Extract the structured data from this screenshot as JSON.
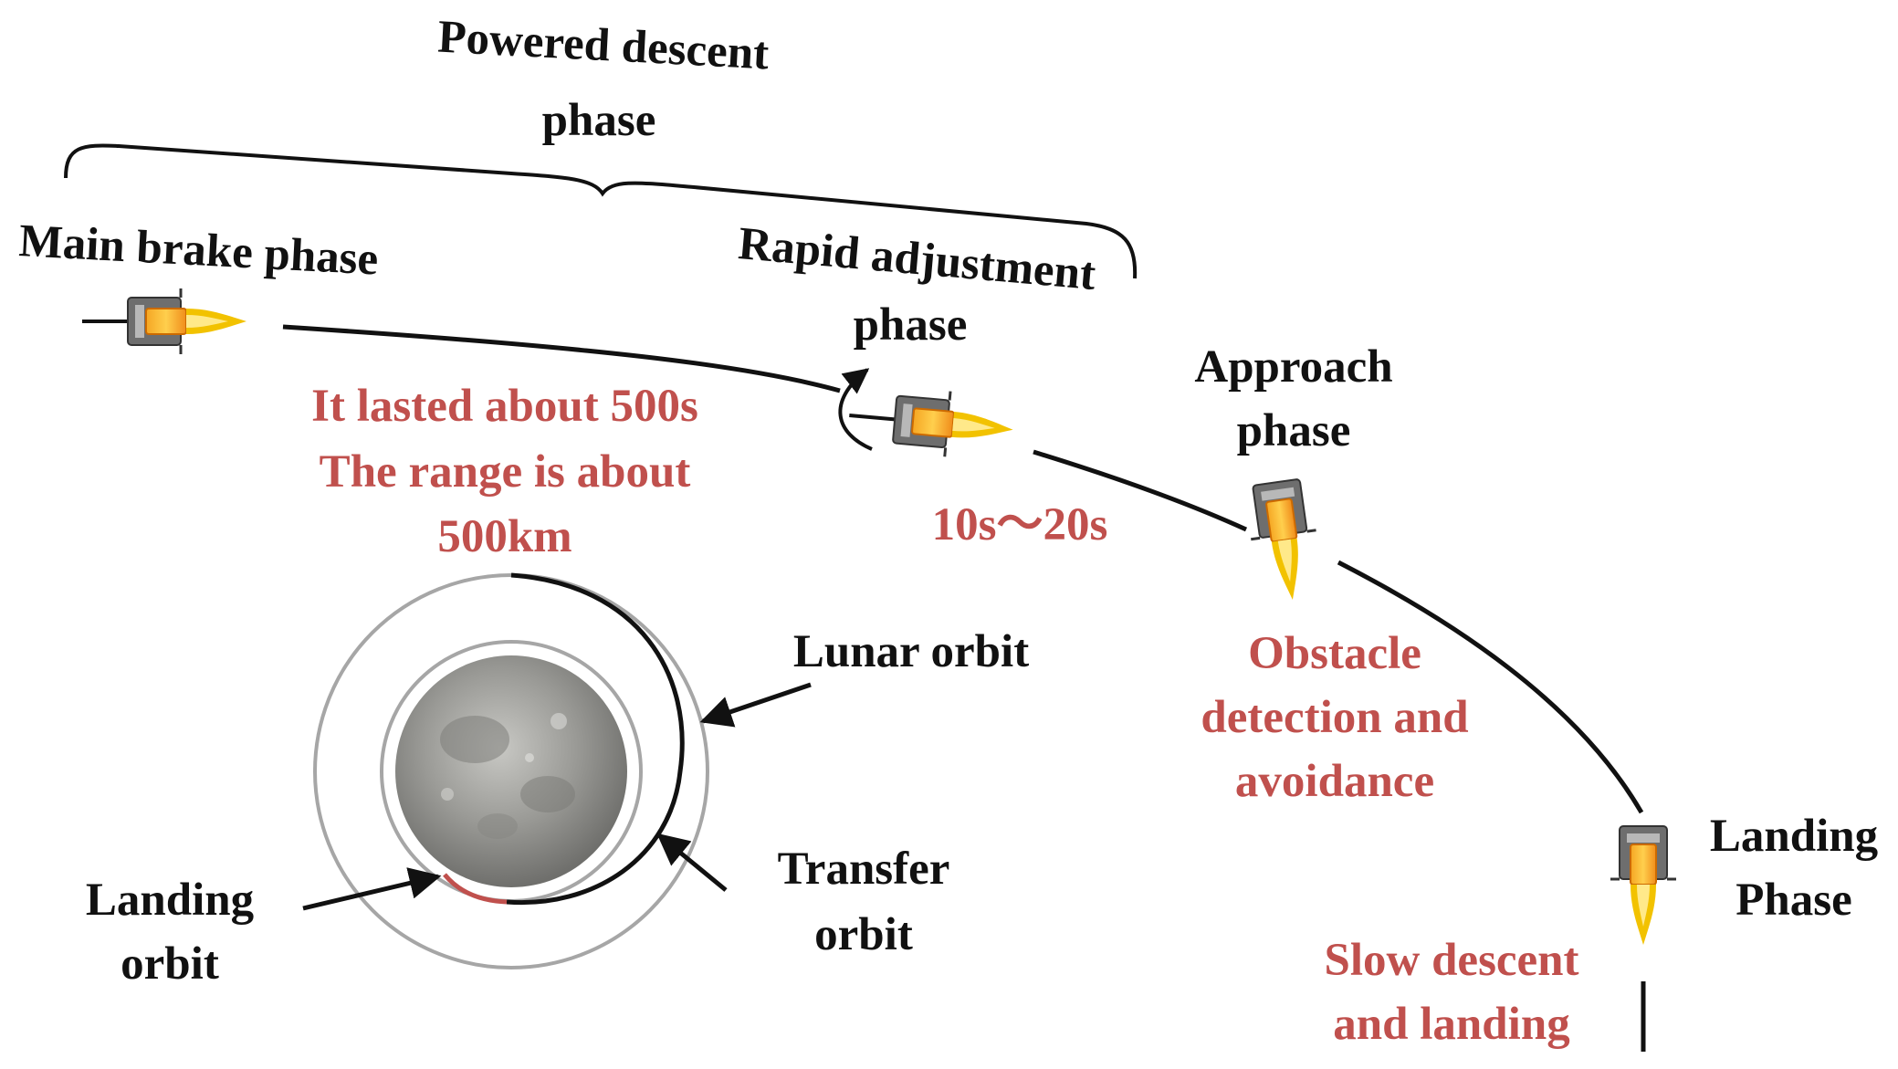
{
  "colors": {
    "ink": "#111111",
    "note": "#c0504d",
    "orbit_gray": "#a6a6a6",
    "landing_arc": "#c0504d",
    "moon_base": "#8e8e8a",
    "flame_outer": "#f2c200",
    "flame_core": "#ffe98a",
    "nozzle": "#f08c1a",
    "lander_body": "#6e6e6e"
  },
  "labels": {
    "powered_descent": [
      "Powered descent",
      "phase"
    ],
    "main_brake": "Main brake phase",
    "rapid_adjustment": [
      "Rapid adjustment",
      "phase"
    ],
    "approach": [
      "Approach",
      "phase"
    ],
    "landing_phase": [
      "Landing",
      "Phase"
    ],
    "lunar_orbit": "Lunar orbit",
    "transfer_orbit": [
      "Transfer",
      "orbit"
    ],
    "landing_orbit": [
      "Landing",
      "orbit"
    ]
  },
  "notes": {
    "main_brake": [
      "It lasted about 500s",
      "The range is about",
      "500km"
    ],
    "rapid_adjustment": "10s～20s",
    "approach": [
      "Obstacle",
      "detection and",
      "avoidance"
    ],
    "landing": [
      "Slow descent",
      "and landing"
    ]
  },
  "icons": {
    "lander": "lander-icon",
    "flame": "thruster-flame-icon",
    "moon": "moon-icon",
    "rotation": "rotation-arrow-icon",
    "pointer": "pointer-arrow-icon"
  }
}
